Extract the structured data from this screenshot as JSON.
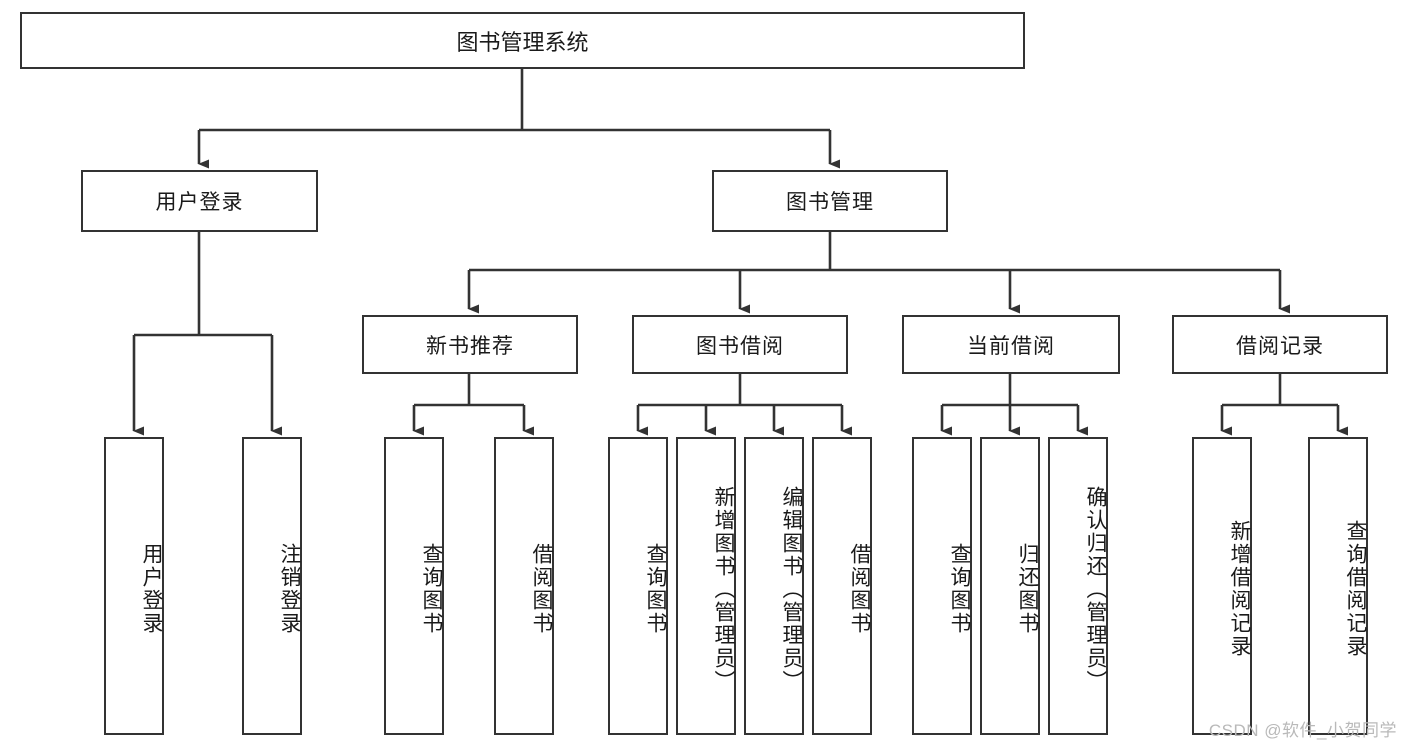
{
  "diagram": {
    "title": "图书管理系统",
    "type": "hierarchy-tree",
    "orientation": "top-down",
    "colors": {
      "box_border": "#333333",
      "box_fill": "#ffffff",
      "connector": "#333333",
      "text": "#1a1a1a",
      "watermark": "#b9b9b9"
    },
    "root": {
      "label": "图书管理系统"
    },
    "level2": [
      {
        "label": "用户登录"
      },
      {
        "label": "图书管理"
      }
    ],
    "level3": [
      {
        "label": "新书推荐"
      },
      {
        "label": "图书借阅"
      },
      {
        "label": "当前借阅"
      },
      {
        "label": "借阅记录"
      }
    ],
    "leaves": {
      "user_login": [
        {
          "label": "用户登录"
        },
        {
          "label": "注销登录"
        }
      ],
      "new_book_recommend": [
        {
          "label": "查询图书"
        },
        {
          "label": "借阅图书"
        }
      ],
      "book_borrow": [
        {
          "label": "查询图书"
        },
        {
          "label": "新增图书（管理员）"
        },
        {
          "label": "编辑图书（管理员）"
        },
        {
          "label": "借阅图书"
        }
      ],
      "current_borrow": [
        {
          "label": "查询图书"
        },
        {
          "label": "归还图书"
        },
        {
          "label": "确认归还（管理员）"
        }
      ],
      "borrow_record": [
        {
          "label": "新增借阅记录"
        },
        {
          "label": "查询借阅记录"
        }
      ]
    }
  },
  "watermark": {
    "text": "CSDN @软件_小贺同学"
  }
}
